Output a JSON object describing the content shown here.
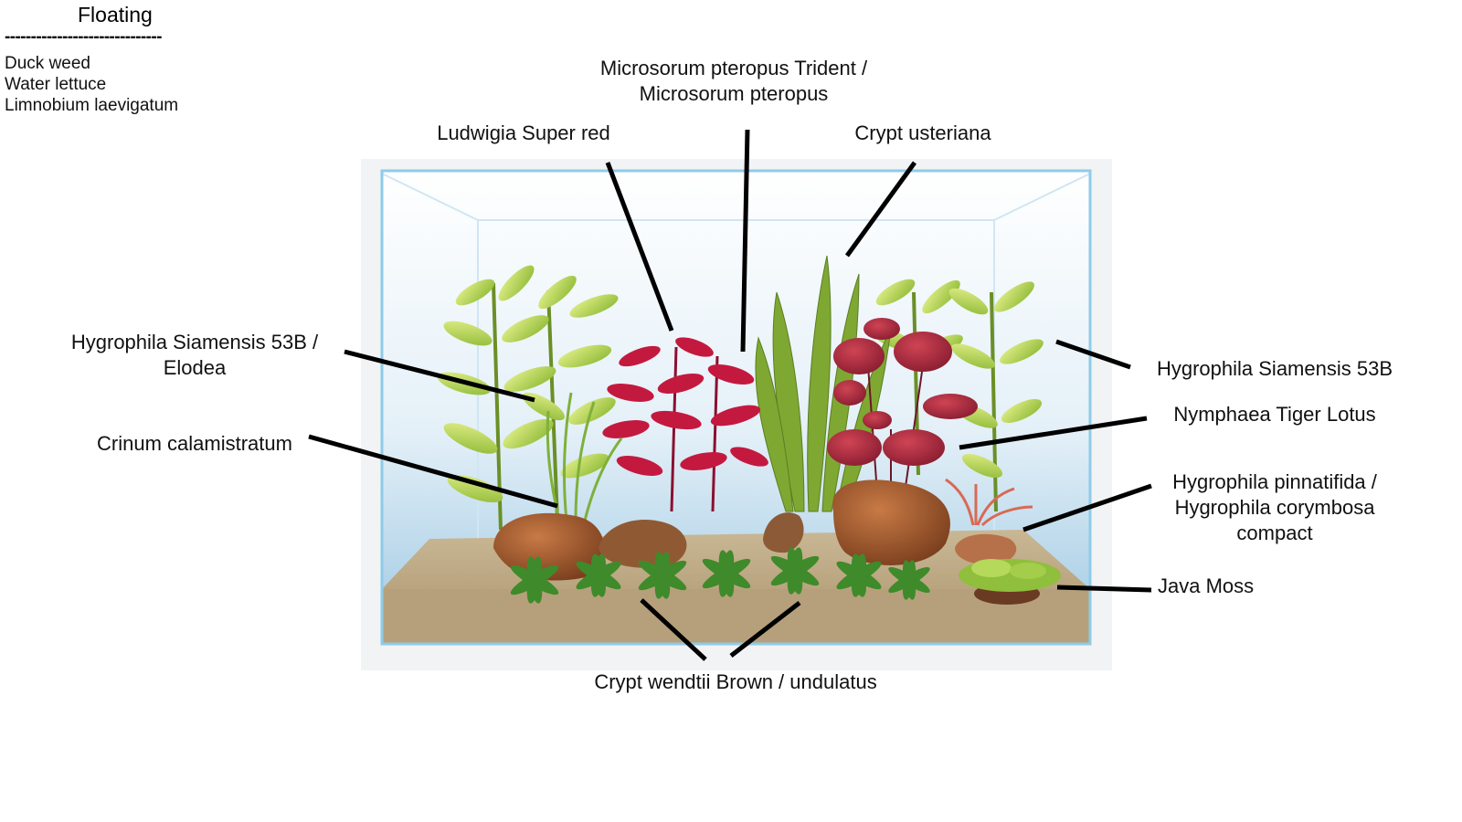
{
  "floating": {
    "title": "Floating",
    "separator": "------------------------------",
    "items": [
      "Duck weed",
      "Water lettuce",
      "Limnobium laevigatum"
    ]
  },
  "labels": {
    "microsorum": [
      "Microsorum pteropus Trident /",
      "Microsorum pteropus"
    ],
    "ludwigia": [
      "Ludwigia Super red"
    ],
    "crypt_usteriana": [
      "Crypt usteriana"
    ],
    "hygro_siam_elodea": [
      "Hygrophila Siamensis 53B /",
      "Elodea"
    ],
    "crinum": [
      "Crinum calamistratum"
    ],
    "hygro_siam": [
      "Hygrophila Siamensis 53B"
    ],
    "tiger_lotus": [
      "Nymphaea Tiger Lotus"
    ],
    "pinnatifida": [
      "Hygrophila pinnatifida /",
      "Hygrophila corymbosa",
      "compact"
    ],
    "java_moss": [
      "Java Moss"
    ],
    "crypt_wendtii": [
      "Crypt wendtii Brown / undulatus"
    ]
  },
  "colors": {
    "leader": "#000000",
    "green_plant": "#a9d246",
    "red_plant": "#c4193f",
    "lotus": "#a8253a",
    "rock": "#a85f33",
    "sand": "#bba684",
    "water_top": "#ffffff",
    "water_bottom": "#9ec8e2",
    "glass_edge": "#8ecbe8"
  }
}
